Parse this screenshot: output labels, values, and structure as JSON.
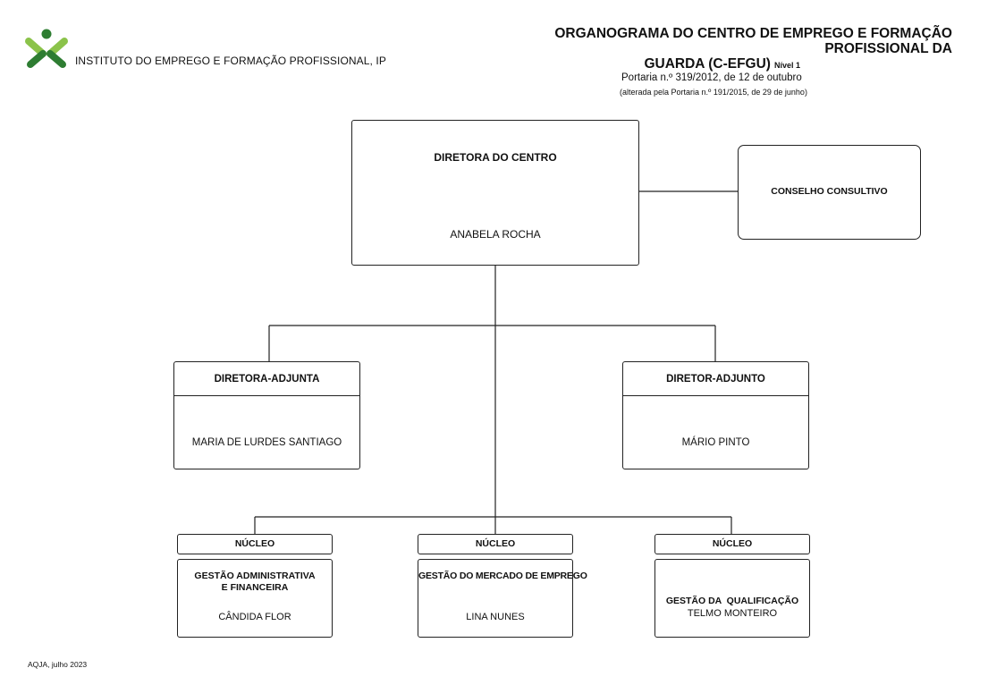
{
  "header": {
    "org_name": "INSTITUTO DO EMPREGO E FORMAÇÃO PROFISSIONAL, IP",
    "title_line1": "ORGANOGRAMA DO  CENTRO DE EMPREGO E FORMAÇÃO PROFISSIONAL DA",
    "title_line2": "GUARDA (C-EFGU)",
    "level": "Nível 1",
    "ref": "Portaria n.º 319/2012, de 12 de outubro",
    "ref_note": "(alterada pela Portaria n.º 191/2015, de 29 de junho)",
    "brand_colors": {
      "dark_green": "#2e7d32",
      "light_green": "#8bc34a"
    }
  },
  "director": {
    "role": "DIRETORA DO CENTRO",
    "name": "ANABELA ROCHA"
  },
  "council": {
    "name": "CONSELHO CONSULTIVO"
  },
  "deputies": [
    {
      "role": "DIRETORA-ADJUNTA",
      "name": "MARIA DE LURDES SANTIAGO"
    },
    {
      "role": "DIRETOR-ADJUNTO",
      "name": "MÁRIO PINTO"
    }
  ],
  "nucleos": [
    {
      "label": "NÚCLEO",
      "title_line1": "GESTÃO ADMINISTRATIVA",
      "title_line2": "E FINANCEIRA",
      "name": "CÂNDIDA FLOR"
    },
    {
      "label": "NÚCLEO",
      "title_line1": "GESTÃO DO MERCADO DE EMPREGO",
      "title_line2": "",
      "name": "LINA NUNES"
    },
    {
      "label": "NÚCLEO",
      "title_line1": "GESTÃO DA  QUALIFICAÇÃO",
      "title_line2": "",
      "name": "TELMO MONTEIRO"
    }
  ],
  "footer": "AQJA, julho 2023"
}
